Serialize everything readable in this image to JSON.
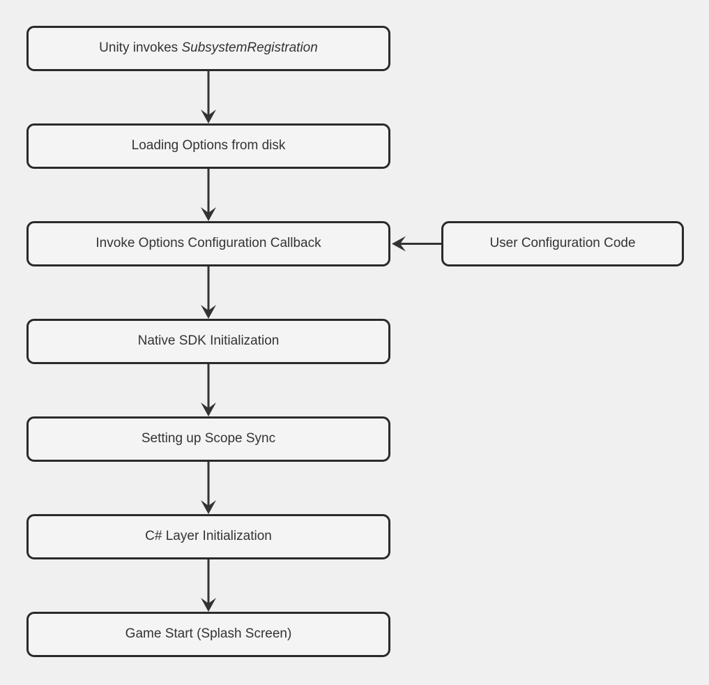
{
  "diagram": {
    "type": "flowchart",
    "direction": "top-down",
    "nodes": [
      {
        "id": "unity-invokes-subsystem-registration",
        "label_prefix": "Unity invokes ",
        "label_italic": "SubsystemRegistration"
      },
      {
        "id": "loading-options-from-disk",
        "label": "Loading Options from disk"
      },
      {
        "id": "invoke-options-configuration-callback",
        "label": "Invoke Options Configuration Callback"
      },
      {
        "id": "user-configuration-code",
        "label": "User Configuration Code"
      },
      {
        "id": "native-sdk-initialization",
        "label": "Native SDK Initialization"
      },
      {
        "id": "setting-up-scope-sync",
        "label": "Setting up Scope Sync"
      },
      {
        "id": "csharp-layer-initialization",
        "label": "C# Layer Initialization"
      },
      {
        "id": "game-start-splash-screen",
        "label": "Game Start (Splash Screen)"
      }
    ],
    "edges": [
      {
        "from": "unity-invokes-subsystem-registration",
        "to": "loading-options-from-disk"
      },
      {
        "from": "loading-options-from-disk",
        "to": "invoke-options-configuration-callback"
      },
      {
        "from": "user-configuration-code",
        "to": "invoke-options-configuration-callback"
      },
      {
        "from": "invoke-options-configuration-callback",
        "to": "native-sdk-initialization"
      },
      {
        "from": "native-sdk-initialization",
        "to": "setting-up-scope-sync"
      },
      {
        "from": "setting-up-scope-sync",
        "to": "csharp-layer-initialization"
      },
      {
        "from": "csharp-layer-initialization",
        "to": "game-start-splash-screen"
      }
    ],
    "colors": {
      "background": "#f0f0f0",
      "node_fill": "#f4f4f4",
      "node_border": "#2a2a2a",
      "connector": "#333333",
      "text": "#333333"
    }
  }
}
